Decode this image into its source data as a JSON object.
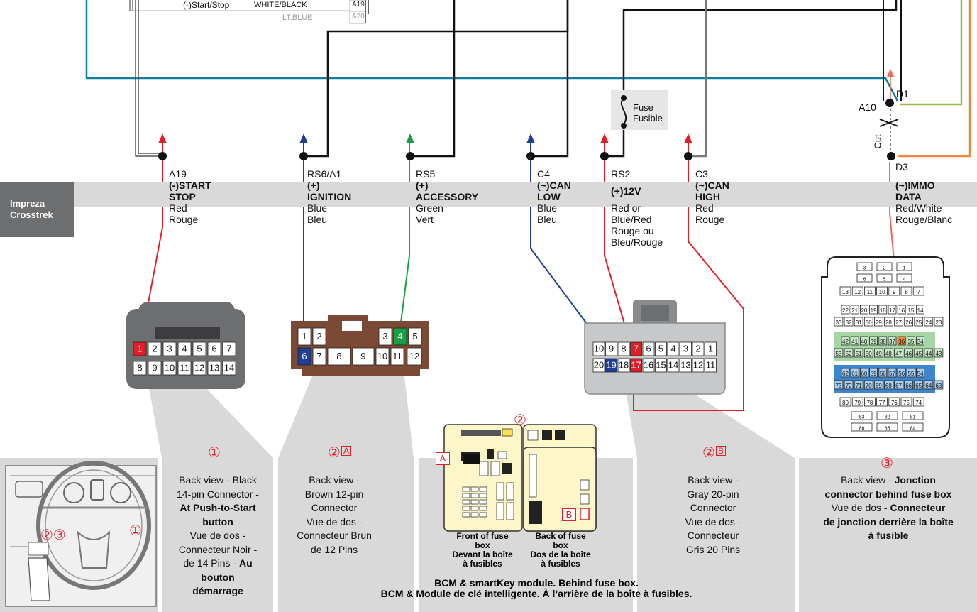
{
  "top_wires": {
    "row1": {
      "label": "(-)Start/Stop",
      "color": "WHITE/BLACK",
      "pin": "A19"
    },
    "row2": {
      "color": "LT.BLUE",
      "pin": "A20"
    }
  },
  "vehicle": {
    "line1": "Impreza",
    "line2": "Crosstrek"
  },
  "columns": [
    {
      "code": "A19",
      "sig1": "(-)START",
      "sig2": "STOP",
      "c1": "Red",
      "c2": "Rouge",
      "c3": "",
      "c4": ""
    },
    {
      "code": "RS6/A1",
      "sig1": "(+)",
      "sig2": "IGNITION",
      "c1": "Blue",
      "c2": "Bleu",
      "c3": "",
      "c4": ""
    },
    {
      "code": "RS5",
      "sig1": "(+)",
      "sig2": "ACCESSORY",
      "c1": "Green",
      "c2": "Vert",
      "c3": "",
      "c4": ""
    },
    {
      "code": "C4",
      "sig1": "(~)CAN",
      "sig2": "LOW",
      "c1": "Blue",
      "c2": "Bleu",
      "c3": "",
      "c4": ""
    },
    {
      "code": "RS2",
      "sig1": "(+)12V",
      "sig2": "",
      "c1": "Red or",
      "c2": "Blue/Red",
      "c3": "Rouge ou",
      "c4": "Bleu/Rouge"
    },
    {
      "code": "C3",
      "sig1": "(~)CAN",
      "sig2": "HIGH",
      "c1": "Red",
      "c2": "Rouge",
      "c3": "",
      "c4": ""
    },
    {
      "code": "D3",
      "sig1": "(~)IMMO",
      "sig2": "DATA",
      "c1": "Red/White",
      "c2": "Rouge/Blanc",
      "c3": "",
      "c4": ""
    }
  ],
  "labels": {
    "fuse1": "Fuse",
    "fuse2": "Fusible",
    "d1": "D1",
    "a10": "A10",
    "cut": "Cut"
  },
  "connector1": {
    "row1": [
      "1",
      "2",
      "3",
      "4",
      "5",
      "6",
      "7"
    ],
    "row2": [
      "8",
      "9",
      "10",
      "11",
      "12",
      "13",
      "14"
    ]
  },
  "connector2": {
    "row1": [
      "1",
      "2",
      "3",
      "4",
      "5"
    ],
    "row2": [
      "6",
      "7",
      "8",
      "9",
      "10",
      "11",
      "12"
    ]
  },
  "connector3": {
    "row1": [
      "10",
      "9",
      "8",
      "7",
      "6",
      "5",
      "4",
      "3",
      "2",
      "1"
    ],
    "row2": [
      "20",
      "19",
      "18",
      "17",
      "16",
      "15",
      "14",
      "13",
      "12",
      "11"
    ]
  },
  "connector4": {
    "r1": [
      "3",
      "2",
      "1"
    ],
    "r2": [
      "6",
      "5",
      "4"
    ],
    "r3": [
      "13",
      "12",
      "11",
      "10",
      "9",
      "8",
      "7"
    ],
    "r4": [
      "22",
      "21",
      "20",
      "19",
      "18",
      "17",
      "16",
      "15",
      "14"
    ],
    "r5": [
      "33",
      "32",
      "31",
      "30",
      "29",
      "28",
      "27",
      "26",
      "25",
      "24",
      "23"
    ],
    "r6": [
      "42",
      "41",
      "40",
      "39",
      "38",
      "37",
      "36",
      "35",
      "34"
    ],
    "r7": [
      "53",
      "52",
      "51",
      "50",
      "49",
      "48",
      "47",
      "46",
      "45",
      "44",
      "43"
    ],
    "r8": [
      "62",
      "61",
      "60",
      "59",
      "58",
      "57",
      "56",
      "55",
      "54"
    ],
    "r9": [
      "73",
      "72",
      "71",
      "70",
      "69",
      "68",
      "67",
      "66",
      "65",
      "64",
      "63"
    ],
    "r10": [
      "80",
      "79",
      "78",
      "77",
      "76",
      "75",
      "74"
    ],
    "r11": [
      "83",
      "82",
      "81"
    ],
    "r12": [
      "86",
      "85",
      "84"
    ]
  },
  "panels": {
    "p1": {
      "num": "①",
      "t1": "Back view - Black",
      "t2": "14-pin Connector -",
      "t3": "At Push-to-Start",
      "t4": "button",
      "t5": "Vue de dos -",
      "t6": "Connecteur Noir -",
      "t7": "de 14 Pins -",
      "t8": "Au",
      "t9": "bouton",
      "t10": "démarrage"
    },
    "p2": {
      "num": "②",
      "sup": "A",
      "t1": "Back view -",
      "t2": "Brown 12-pin",
      "t3": "Connector",
      "t4": "Vue de dos -",
      "t5": "Connecteur Brun",
      "t6": "de 12 Pins"
    },
    "p3": {
      "num": "②",
      "sup": "B",
      "t1": "Back view -",
      "t2": "Gray 20-pin",
      "t3": "Connector",
      "t4": "Vue de dos -",
      "t5": "Connecteur",
      "t6": "Gris 20 Pins"
    },
    "p4": {
      "num": "③",
      "t1": "Back view - ",
      "t2": "Jonction",
      "t3": "connector behind fuse box",
      "t4": "Vue de dos - ",
      "t5": "Connecteur",
      "t6": "de jonction derrière la boîte",
      "t7": "à fusible"
    },
    "fusebox": {
      "num": "②",
      "a": "A",
      "b": "B",
      "front1": "Front of fuse",
      "front2": "box",
      "front3": "Devant la boîte",
      "front4": "à fusibles",
      "back1": "Back of fuse",
      "back2": "box",
      "back3": "Dos de la boîte",
      "back4": "à fusibles",
      "caption1": "BCM & smartKey module. Behind fuse box.",
      "caption2": "BCM & Module de clé intelligente. À l’arrière de la boîte à fusibles."
    },
    "dash": {
      "n23": "②③",
      "n1": "①"
    }
  }
}
